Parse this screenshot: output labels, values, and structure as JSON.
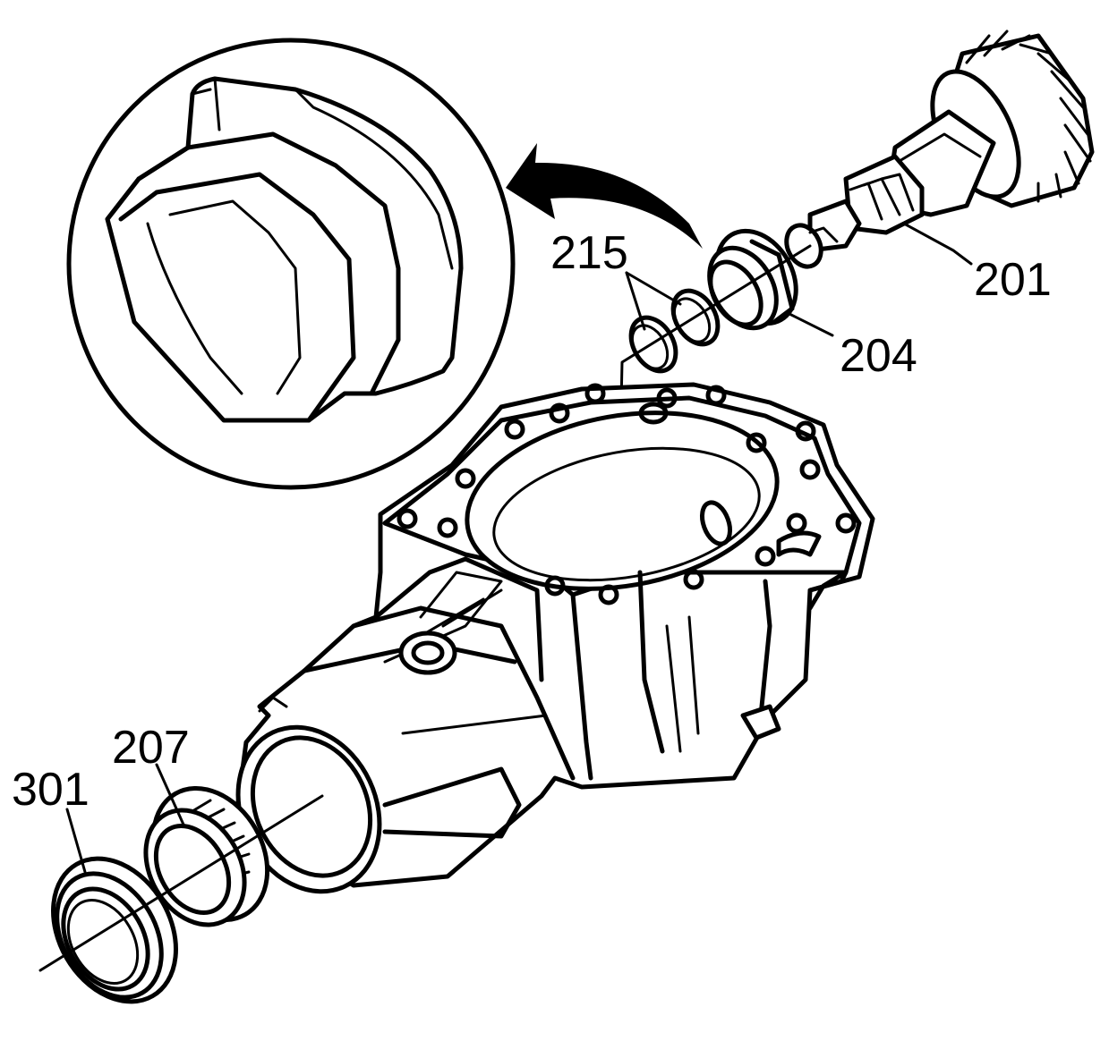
{
  "callouts": {
    "c201": "201",
    "c204": "204",
    "c215": "215",
    "c207": "207",
    "c301": "301"
  },
  "colors": {
    "line": "#000000",
    "background": "#ffffff"
  }
}
